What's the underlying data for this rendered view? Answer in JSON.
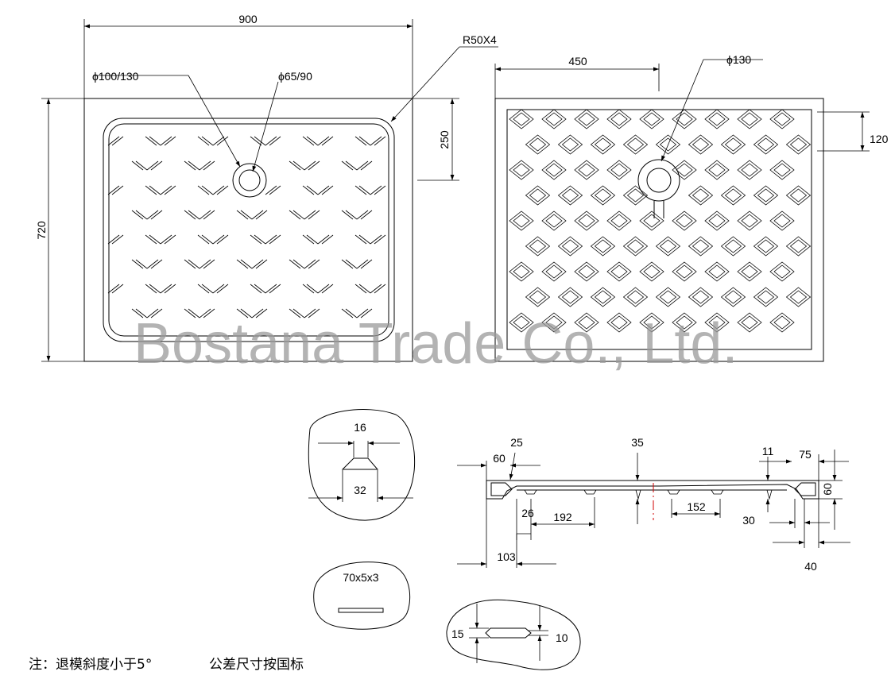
{
  "top_view_left": {
    "width_label": "900",
    "height_label": "720",
    "corner_label": "R50X4",
    "drain_outer_label": "ϕ100/130",
    "drain_inner_label": "ϕ65/90",
    "drain_offset_label": "250"
  },
  "top_view_right": {
    "half_width_label": "450",
    "drain_label": "ϕ130",
    "drain_offset_label": "120"
  },
  "section_view": {
    "labels": {
      "d25": "25",
      "d35": "35",
      "d60_left": "60",
      "d11": "11",
      "d75": "75",
      "d60_right": "60",
      "d26": "26",
      "d192": "192",
      "d152": "152",
      "d30": "30",
      "d103": "103",
      "d40": "40"
    }
  },
  "detail_foot": {
    "top_label": "16",
    "bottom_label": "32"
  },
  "detail_strip": {
    "label": "70x5x3"
  },
  "detail_pad": {
    "left_label": "15",
    "right_label": "10"
  },
  "notes": {
    "note1": "注：退模斜度小于5°",
    "note2": "公差尺寸按国标"
  },
  "watermark": "Bostana Trade Co., Ltd."
}
